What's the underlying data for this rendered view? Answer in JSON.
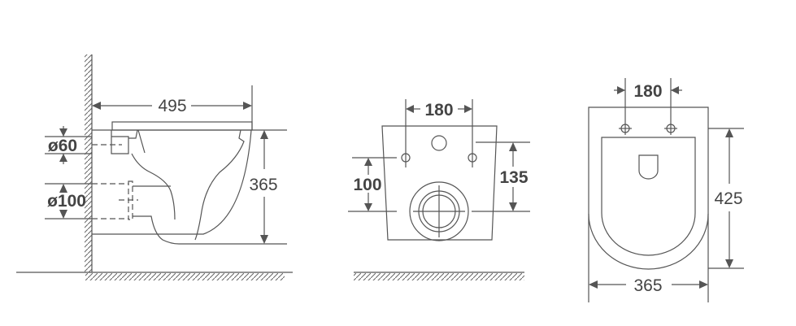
{
  "side_view": {
    "depth_label": "495",
    "height_label": "365",
    "inlet_label": "ø60",
    "outlet_label": "ø100"
  },
  "back_view": {
    "bolt_spacing_label": "180",
    "outlet_height_label": "100",
    "inlet_height_label": "135"
  },
  "top_view": {
    "bolt_spacing_label": "180",
    "length_label": "425",
    "width_label": "365"
  },
  "colors": {
    "line": "#555555",
    "text": "#444444"
  }
}
